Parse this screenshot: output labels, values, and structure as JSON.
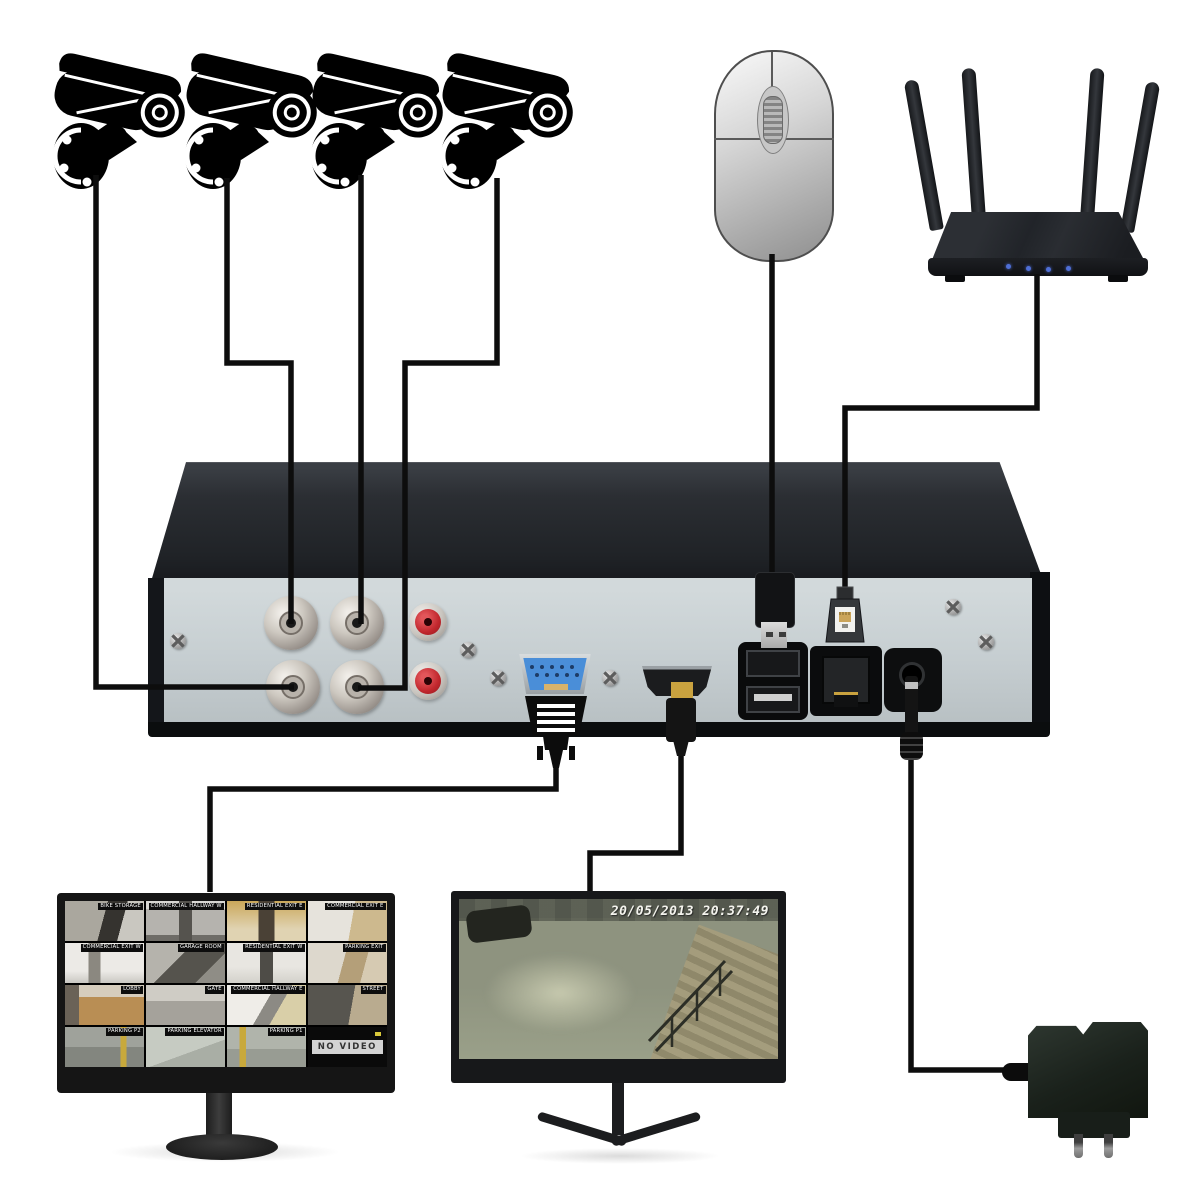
{
  "diagram": {
    "description": "CCTV DVR kit connection diagram",
    "background": "#ffffff"
  },
  "icons": {
    "camera": "cctv-camera-icon",
    "mouse": "mouse-icon",
    "router": "router-icon",
    "monitor": "monitor-icon",
    "power_adapter": "power-plug-icon",
    "bnc": "bnc-port-icon",
    "rca": "rca-port-icon",
    "vga": "vga-port-icon",
    "hdmi": "hdmi-plug-icon",
    "usb": "usb-plug-icon",
    "ethernet": "ethernet-plug-icon",
    "dc_power": "dc-plug-icon",
    "screw": "screw-icon",
    "cable": "cable-line"
  },
  "colors": {
    "cable": "#0d0d0d",
    "dvr_face": "#c6ced1",
    "dvr_top": "#26292e",
    "rca_red": "#c1272d",
    "vga_blue": "#4a8ed8",
    "hdmi_gold": "#c9a23f",
    "router_led_blue": "#4f6fd6",
    "mouse_gray": "#c3c3c3"
  },
  "monitor_grid": {
    "cells": [
      {
        "label": "BIKE STORAGE"
      },
      {
        "label": "COMMERCIAL HALLWAY W"
      },
      {
        "label": "RESIDENTIAL EXIT E"
      },
      {
        "label": "COMMERCIAL EXIT E"
      },
      {
        "label": "COMMERCIAL EXIT W"
      },
      {
        "label": "GARAGE ROOM"
      },
      {
        "label": "RESIDENTIAL EXIT W"
      },
      {
        "label": "PARKING EXIT"
      },
      {
        "label": "LOBBY"
      },
      {
        "label": "GATE"
      },
      {
        "label": "COMMERCIAL HALLWAY E"
      },
      {
        "label": "STREET"
      },
      {
        "label": "PARKING P2"
      },
      {
        "label": "PARKING ELEVATOR"
      },
      {
        "label": "PARKING P1"
      },
      {
        "label": "NO VIDEO"
      }
    ]
  },
  "monitor_single": {
    "timestamp": "20/05/2013 20:37:49"
  }
}
